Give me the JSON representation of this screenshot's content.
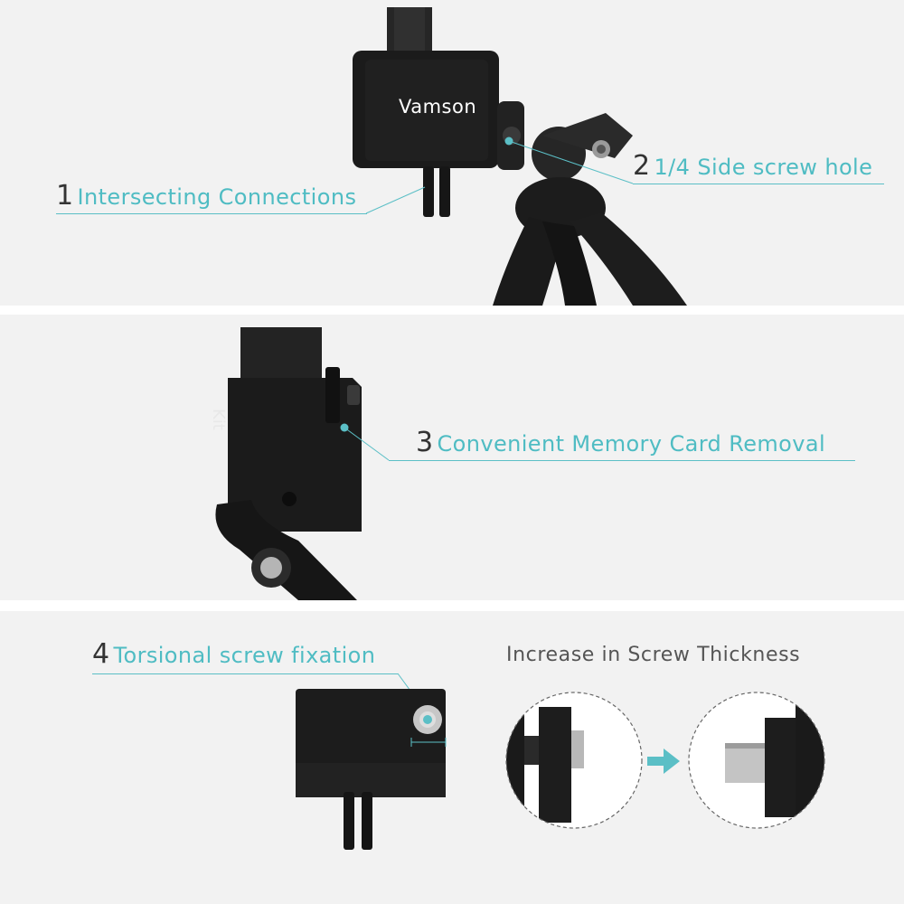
{
  "panels": [
    {
      "brand_text": "Vamson",
      "callouts": [
        {
          "number": "1",
          "label": "Intersecting Connections"
        },
        {
          "number": "2",
          "label": "1/4 Side screw hole"
        }
      ]
    },
    {
      "side_text": "Kit",
      "callouts": [
        {
          "number": "3",
          "label": "Convenient Memory Card Removal"
        }
      ]
    },
    {
      "callouts": [
        {
          "number": "4",
          "label": "Torsional screw fixation"
        }
      ],
      "comparison_heading": "Increase in Screw Thickness"
    }
  ],
  "colors": {
    "accent": "#4fbcc3",
    "number": "#333333",
    "panel_bg": "#f2f2f2",
    "product": "#1b1b1b"
  },
  "icons": [
    "arrow-right-icon"
  ]
}
